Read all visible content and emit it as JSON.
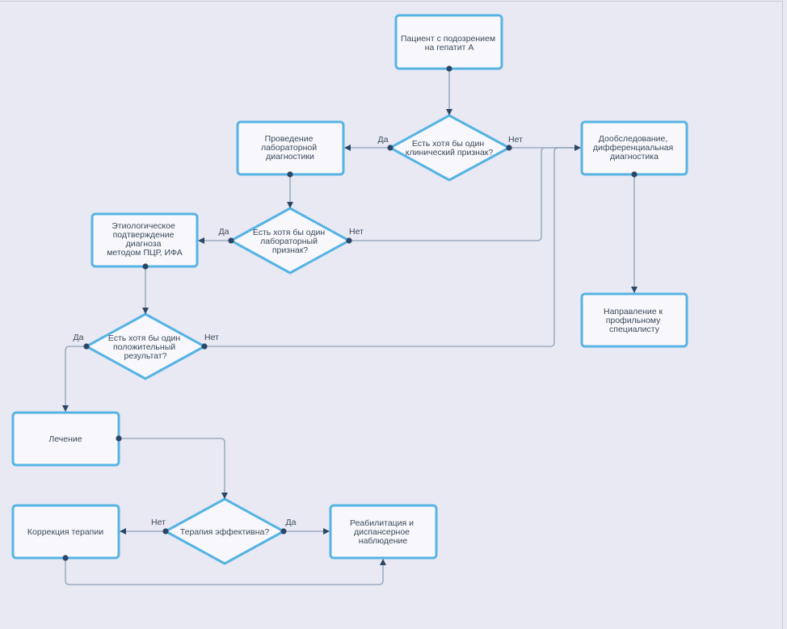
{
  "colors": {
    "background": "#e9e9f3",
    "node_fill": "#f8f8fc",
    "node_border": "#56b3e4",
    "text": "#3b4859",
    "connector": "#8da2b7",
    "dot": "#2b4765"
  },
  "nodes": {
    "start": {
      "lines": [
        "Пациент с подозрением",
        "на гепатит А"
      ]
    },
    "clinical_check": {
      "lines": [
        "Есть хотя бы один",
        "клинический признак?"
      ]
    },
    "lab_diagnostics": {
      "lines": [
        "Проведение",
        "лабораторной",
        "диагностики"
      ]
    },
    "extra_exam": {
      "lines": [
        "Дообследование,",
        "дифференциальная",
        "диагностика"
      ]
    },
    "lab_check": {
      "lines": [
        "Есть хотя бы один",
        "лабораторный",
        "признак?"
      ]
    },
    "etiology": {
      "lines": [
        "Этиологическое",
        "подтверждение",
        "диагноза",
        "методом ПЦР, ИФА"
      ]
    },
    "referral": {
      "lines": [
        "Направление к",
        "профильному",
        "специалисту"
      ]
    },
    "positive_check": {
      "lines": [
        "Есть хотя бы один",
        "положительный",
        "результат?"
      ]
    },
    "treatment": {
      "lines": [
        "Лечение"
      ]
    },
    "therapy_check": {
      "lines": [
        "Терапия эффективна?"
      ]
    },
    "correction": {
      "lines": [
        "Коррекция терапии"
      ]
    },
    "rehab": {
      "lines": [
        "Реабилитация и",
        "диспансерное",
        "наблюдение"
      ]
    }
  },
  "edge_labels": {
    "clinical_yes": "Да",
    "clinical_no": "Нет",
    "lab_yes": "Да",
    "lab_no": "Нет",
    "positive_yes": "Да",
    "positive_no": "Нет",
    "therapy_no": "Нет",
    "therapy_yes": "Да"
  }
}
